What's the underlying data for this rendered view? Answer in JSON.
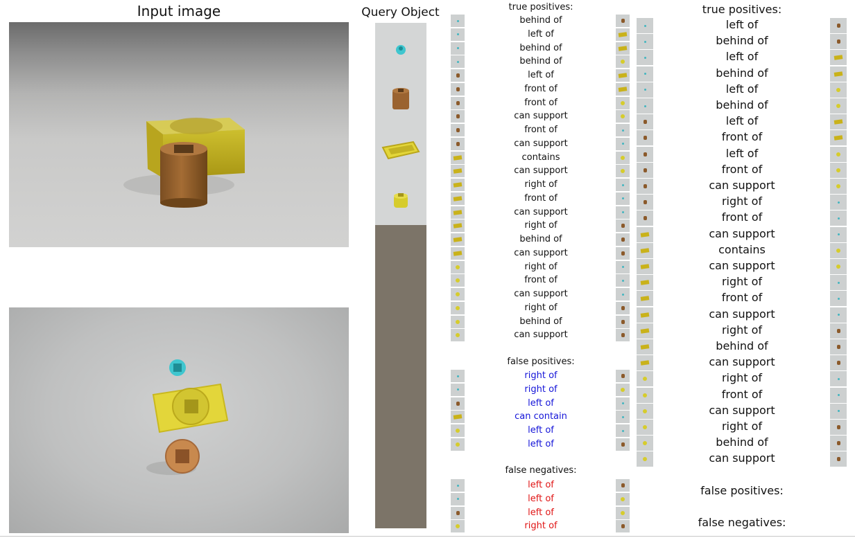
{
  "headings": {
    "input_image": "Input image",
    "query_object": "Query Object"
  },
  "col1": {
    "tp_label": "true positives:",
    "tp": [
      "behind of",
      "left of",
      "behind of",
      "behind of",
      "left of",
      "front of",
      "front of",
      "can support",
      "front of",
      "can support",
      "contains",
      "can support",
      "right of",
      "front of",
      "can support",
      "right of",
      "behind of",
      "can support",
      "right of",
      "front of",
      "can support",
      "right of",
      "behind of",
      "can support"
    ],
    "tp_left": [
      "cyan",
      "cyan",
      "cyan",
      "cyan",
      "brown",
      "brown",
      "brown",
      "brown",
      "brown",
      "brown",
      "yellow",
      "yellow",
      "yellow",
      "yellow",
      "yellow",
      "yellow",
      "yellow",
      "yellow",
      "ycyl",
      "ycyl",
      "ycyl",
      "ycyl",
      "ycyl",
      "ycyl"
    ],
    "tp_right": [
      "brown",
      "yellow",
      "yellow",
      "ycyl",
      "yellow",
      "yellow",
      "ycyl",
      "ycyl",
      "cyan",
      "cyan",
      "ycyl",
      "ycyl",
      "cyan",
      "cyan",
      "cyan",
      "brown",
      "brown",
      "brown",
      "cyan",
      "cyan",
      "cyan",
      "brown",
      "brown",
      "brown"
    ],
    "fp_label": "false positives:",
    "fp": [
      "right of",
      "right of",
      "left of",
      "can contain",
      "left of",
      "left of"
    ],
    "fp_left": [
      "cyan",
      "cyan",
      "brown",
      "yellow",
      "ycyl",
      "ycyl"
    ],
    "fp_right": [
      "brown",
      "ycyl",
      "cyan",
      "cyan",
      "cyan",
      "brown"
    ],
    "fn_label": "false negatives:",
    "fn": [
      "left of",
      "left of",
      "left of",
      "right of"
    ],
    "fn_left": [
      "cyan",
      "cyan",
      "brown",
      "ycyl"
    ],
    "fn_right": [
      "brown",
      "ycyl",
      "ycyl",
      "brown"
    ]
  },
  "col2": {
    "tp_label": "true positives:",
    "tp": [
      "left of",
      "behind of",
      "left of",
      "behind of",
      "left of",
      "behind of",
      "left of",
      "front of",
      "left of",
      "front of",
      "can support",
      "right of",
      "front of",
      "can support",
      "contains",
      "can support",
      "right of",
      "front of",
      "can support",
      "right of",
      "behind of",
      "can support",
      "right of",
      "front of",
      "can support",
      "right of",
      "behind of",
      "can support"
    ],
    "tp_left": [
      "cyan",
      "cyan",
      "cyan",
      "cyan",
      "cyan",
      "cyan",
      "brown",
      "brown",
      "brown",
      "brown",
      "brown",
      "brown",
      "brown",
      "yellow",
      "yellow",
      "yellow",
      "yellow",
      "yellow",
      "yellow",
      "yellow",
      "yellow",
      "yellow",
      "ycyl",
      "ycyl",
      "ycyl",
      "ycyl",
      "ycyl",
      "ycyl"
    ],
    "tp_right": [
      "brown",
      "brown",
      "yellow",
      "yellow",
      "ycyl",
      "ycyl",
      "yellow",
      "yellow",
      "ycyl",
      "ycyl",
      "ycyl",
      "cyan",
      "cyan",
      "cyan",
      "ycyl",
      "ycyl",
      "cyan",
      "cyan",
      "cyan",
      "brown",
      "brown",
      "brown",
      "cyan",
      "cyan",
      "cyan",
      "brown",
      "brown",
      "brown"
    ],
    "fp_label": "false positives:",
    "fn_label": "false negatives:"
  },
  "colors": {
    "false_positive_text": "#1414d8",
    "false_negative_text": "#e01414",
    "query_strip_bg": "#7c7468"
  }
}
